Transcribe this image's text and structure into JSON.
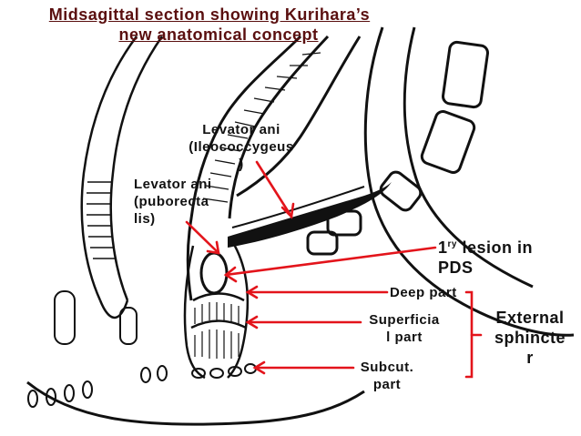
{
  "title": {
    "line1": "Midsagittal section showing Kurihara’s",
    "line2": "new anatomical concept"
  },
  "labels": {
    "levator_ileo_line1": "Levator ani",
    "levator_ileo_line2": "(Ileococcygeus",
    "levator_ileo_line3": ")",
    "levator_pubo_line1": "Levator ani",
    "levator_pubo_line2": "(puborecta",
    "levator_pubo_line3": "lis)",
    "primary_lesion_prefix": "1",
    "primary_lesion_sup": "ry",
    "primary_lesion_suffix": " lesion in",
    "primary_lesion_line2": "PDS",
    "deep_part": "Deep part",
    "superficial_line1": "Superficia",
    "superficial_line2": "l part",
    "subcut_line1": "Subcut.",
    "subcut_line2": "part",
    "external_line1": "External",
    "external_line2": "sphincte",
    "external_line3": "r"
  },
  "colors": {
    "arrow": "#e3141b",
    "ink": "#111111",
    "title": "#5a0f0f"
  }
}
